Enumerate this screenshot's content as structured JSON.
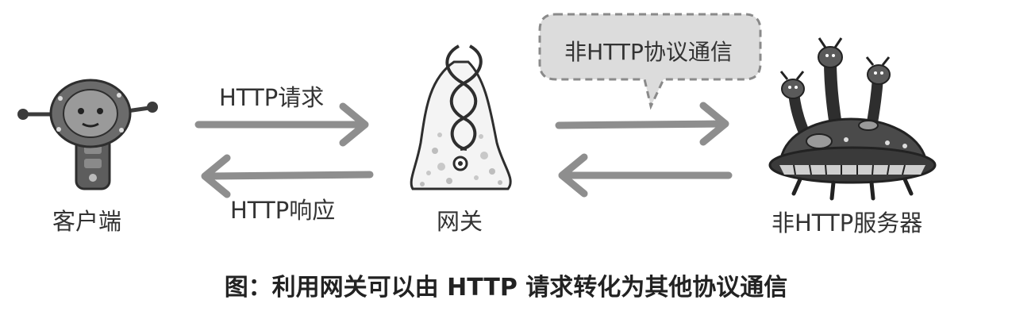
{
  "diagram": {
    "client_label": "客户端",
    "gateway_label": "网关",
    "server_label": "非HTTP服务器",
    "request_label": "HTTP请求",
    "response_label": "HTTP响应",
    "bubble_label": "非HTTP协议通信",
    "caption": "图：利用网关可以由 HTTP 请求转化为其他协议通信"
  },
  "colors": {
    "arrow": "#8e8e8e",
    "bubble_fill": "#dcdcdc",
    "bubble_border": "#8a8a8a",
    "robot_body": "#6b6b6b",
    "robot_dark": "#3c3c3c",
    "gateway_fill": "#f4f4f4",
    "ufo_body": "#4a4a4a"
  }
}
